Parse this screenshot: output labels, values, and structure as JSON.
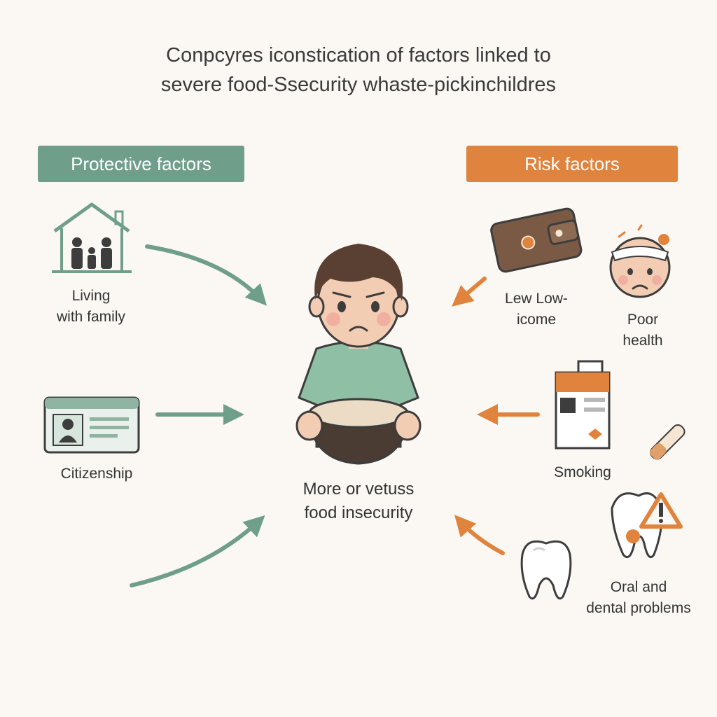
{
  "title": {
    "line1": "Conpcyres iconstication of factors linked to",
    "line2": "severe food-Ssecurity whaste-pickinchildres"
  },
  "sections": {
    "protective": "Protective factors",
    "risk": "Risk factors"
  },
  "protective_factors": [
    {
      "line1": "Living",
      "line2": "with family",
      "icon": "house-family-icon"
    },
    {
      "line1": "Citizenship",
      "icon": "id-card-icon"
    }
  ],
  "risk_factors": [
    {
      "line1": "Lew Low-",
      "line2": "icome",
      "icon": "wallet-icon"
    },
    {
      "line1": "Poor",
      "line2": "health",
      "icon": "sick-face-icon"
    },
    {
      "line1": "Smoking",
      "icon": "cigarette-pack-icon"
    },
    {
      "line1": "Oral and",
      "line2": "dental problems",
      "icon": "tooth-icon"
    }
  ],
  "center": {
    "line1": "More or vetuss",
    "line2": "food insecurity",
    "icon": "child-with-bowl-icon"
  },
  "colors": {
    "protective": "#6f9f8a",
    "risk": "#e0833d",
    "background": "#fbf8f4"
  }
}
